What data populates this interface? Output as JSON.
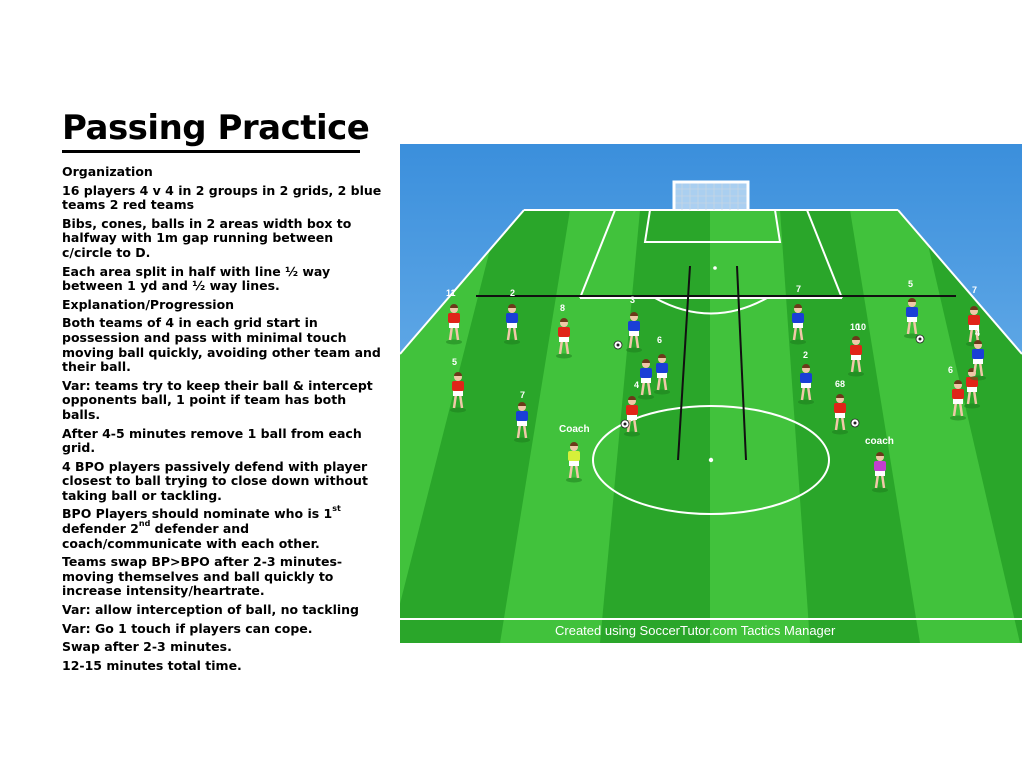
{
  "title": "Passing Practice",
  "notes": {
    "organization_heading": "Organization",
    "org_1": "16 players 4 v 4 in 2 groups in 2 grids, 2 blue teams 2 red teams",
    "org_2": "Bibs, cones, balls in 2 areas width box to halfway with 1m gap running between c/circle to D.",
    "org_3": "Each area split in half with line ½ way between 1 yd and ½ way lines.",
    "explanation_heading": "Explanation/Progression",
    "exp_1": "Both teams of 4 in each grid start in possession and pass with minimal touch moving ball quickly, avoiding other team and their ball.",
    "exp_2": "Var:  teams try to keep their ball & intercept opponents ball, 1 point if team has both balls.",
    "exp_3": "After 4-5 minutes remove 1 ball from each grid.",
    "exp_4": "4 BPO players passively defend with player closest to ball trying to close down without taking ball or tackling.",
    "exp_5_a": "BPO Players should nominate who is 1",
    "exp_5_sup1": "st",
    "exp_5_b": " defender 2",
    "exp_5_sup2": "nd",
    "exp_5_c": " defender and coach/communicate with each other.",
    "exp_6": "Teams swap BP>BPO after 2-3 minutes- moving themselves and ball quickly to increase intensity/heartrate.",
    "exp_7": "Var: allow interception of ball, no tackling",
    "exp_8": "Var: Go 1 touch if players can cope.",
    "exp_9": "Swap after 2-3 minutes.",
    "exp_10": "12-15 minutes total time."
  },
  "diagram": {
    "credit": "Created using SoccerTutor.com Tactics Manager",
    "colors": {
      "sky": "#3b8fdc",
      "grass_light": "#41c23c",
      "grass_dark": "#2aa62a",
      "blue_team": "#1a3fd6",
      "red_team": "#e02418",
      "coach_yellow": "#d6f03a",
      "coach_purple": "#c040d0"
    },
    "coach_labels": {
      "left": "Coach",
      "right": "coach"
    },
    "red_numbers": [
      "11",
      "8",
      "5",
      "7",
      "4",
      "10",
      "8",
      "6",
      "2"
    ],
    "blue_numbers": [
      "2",
      "3",
      "6",
      "4",
      "7",
      "5",
      "7",
      "10",
      "6"
    ]
  }
}
